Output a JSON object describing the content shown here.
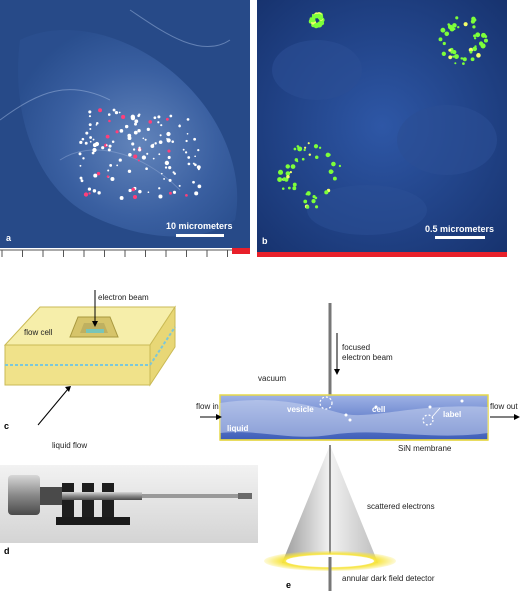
{
  "panel_a": {
    "label": "a",
    "scale_text": "10 micrometers"
  },
  "panel_b": {
    "label": "b",
    "scale_text": "0.5 micrometers"
  },
  "panel_c": {
    "label": "c",
    "electron_beam": "electron beam",
    "flow_cell": "flow cell",
    "liquid_flow": "liquid flow"
  },
  "panel_d": {
    "label": "d"
  },
  "panel_e": {
    "label": "e",
    "focused_beam_line1": "focused",
    "focused_beam_line2": "electron beam",
    "vacuum": "vacuum",
    "flow_in": "flow in",
    "flow_out": "flow out",
    "vesicle": "vesicle",
    "cell": "cell",
    "label_text": "label",
    "liquid": "liquid",
    "membrane": "SiN membrane",
    "scattered": "scattered electrons",
    "detector": "annular dark field detector"
  },
  "colors": {
    "micrograph_blue": "#2a4f8f",
    "b_background": "#1d3f8a",
    "green_label": "#7dff3a",
    "red_label": "#ff3f7a",
    "red_strip": "#e8202a",
    "flow_cell_yellow": "#f6eeaa",
    "liquid_blue": "#4a6bc0",
    "detector_yellow": "#f7e43c"
  }
}
